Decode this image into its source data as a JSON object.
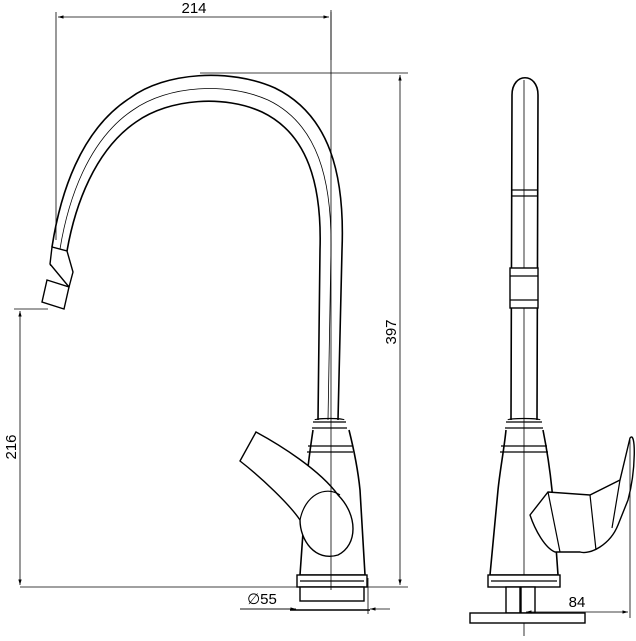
{
  "dimensions": {
    "width": "214",
    "height": "397",
    "spout_height": "216",
    "base_diameter": "∅55",
    "projection": "84"
  },
  "views": [
    "front-view",
    "side-view"
  ]
}
